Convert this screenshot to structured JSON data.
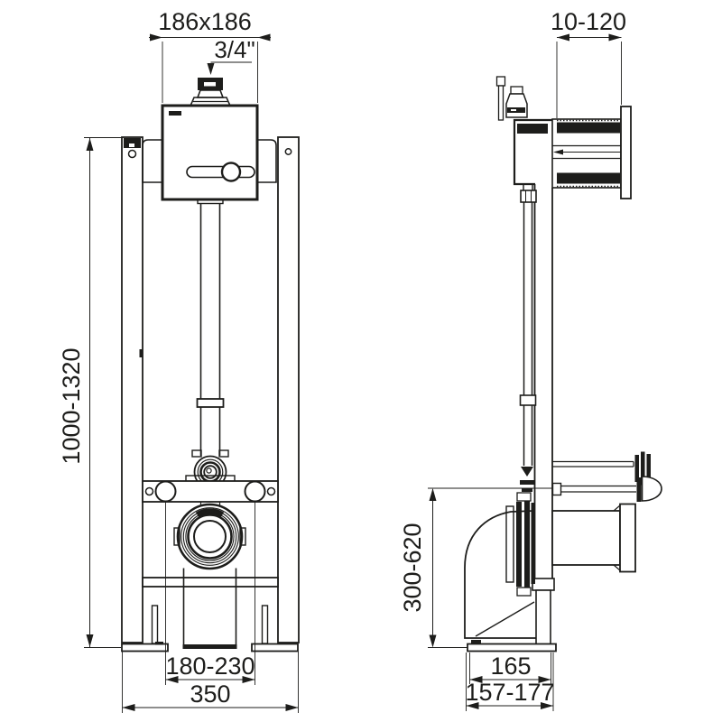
{
  "drawing": {
    "kind": "technical-installation-drawing",
    "subject": "concealed cistern WC mounting frame, front and side elevations",
    "background": "#ffffff",
    "line_color": "#1d1d1b"
  },
  "dimensions": {
    "cistern_size": {
      "label": "186x186"
    },
    "inlet_thread": {
      "label": "3/4\""
    },
    "wall_distance": {
      "label": "10-120"
    },
    "frame_height": {
      "label": "1000-1320"
    },
    "outlet_height": {
      "label": "300-620"
    },
    "outlet_spacing": {
      "label": "180-230"
    },
    "frame_width": {
      "label": "350"
    },
    "base_depth": {
      "label": "165"
    },
    "frame_depth": {
      "label": "157-177"
    }
  }
}
